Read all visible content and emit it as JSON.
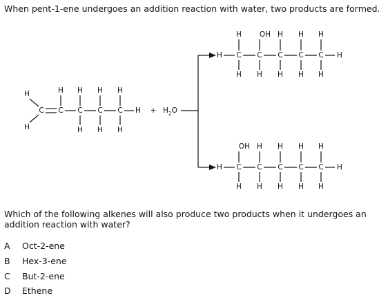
{
  "question": {
    "intro": "When pent-1-ene undergoes an addition reaction with water, two products are formed.",
    "prompt": "Which of the following alkenes will also produce two products when it undergoes an addition reaction with water?"
  },
  "reaction": {
    "plus": "+",
    "water_h": "H",
    "water_sub": "2",
    "water_o": "O"
  },
  "atoms": {
    "c": "C",
    "h": "H",
    "oh": "OH"
  },
  "options": [
    {
      "letter": "A",
      "text": "Oct-2-ene"
    },
    {
      "letter": "B",
      "text": "Hex-3-ene"
    },
    {
      "letter": "C",
      "text": "But-2-ene"
    },
    {
      "letter": "D",
      "text": "Ethene"
    }
  ]
}
